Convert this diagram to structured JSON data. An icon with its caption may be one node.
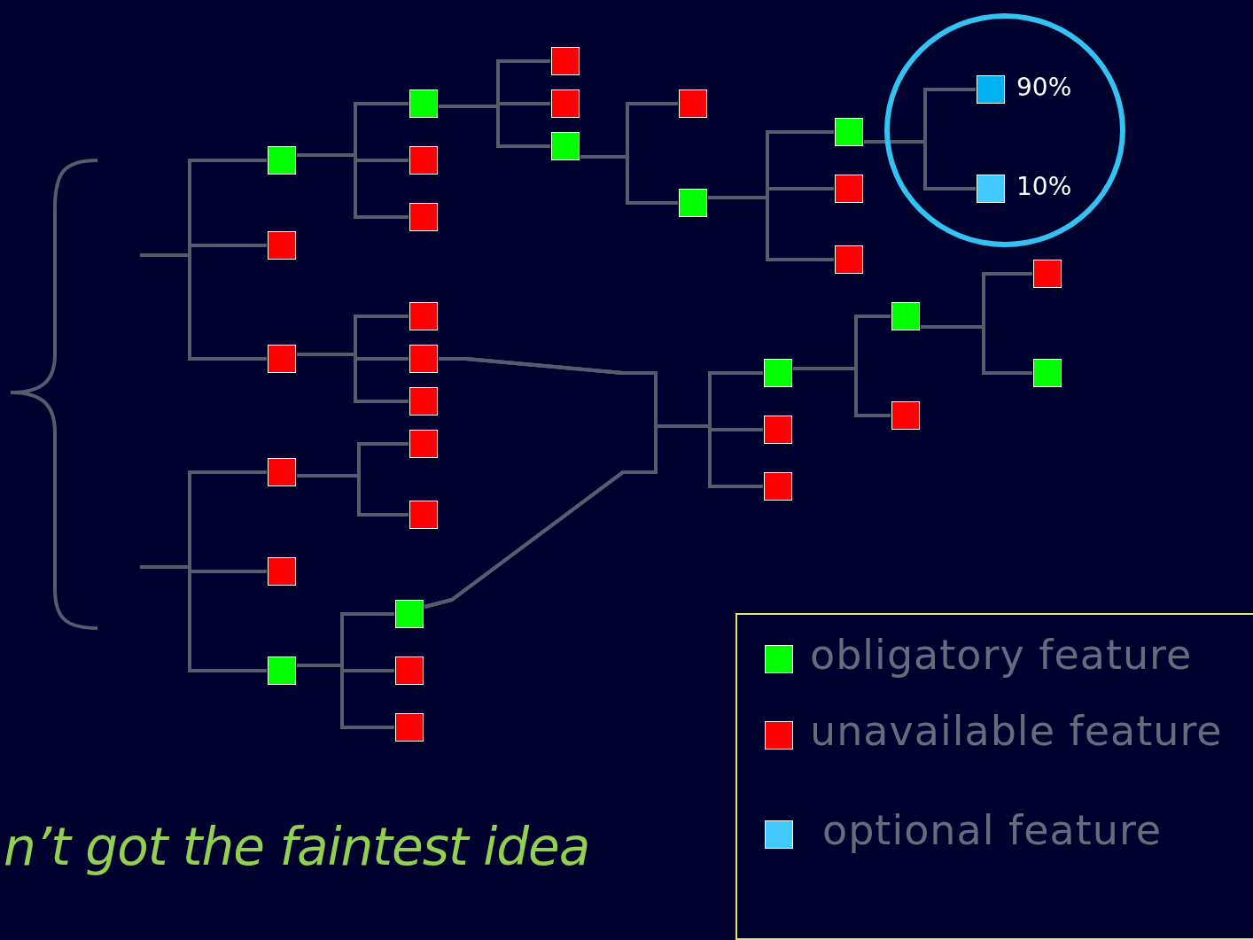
{
  "diagram": {
    "nodes": [
      {
        "text": [],
        "shape": "box"
      },
      {
        "text": [],
        "shape": "box"
      },
      {
        "text": [],
        "shape": "box"
      },
      {
        "text": [],
        "shape": "box"
      },
      {
        "text": [],
        "shape": "box"
      },
      {
        "text": [],
        "shape": "box"
      },
      {
        "text": [],
        "shape": "box"
      },
      {
        "text": [],
        "shape": "box"
      },
      {
        "text": [],
        "shape": "box"
      },
      {
        "text": [],
        "shape": "box"
      },
      {
        "text": [],
        "shape": "box"
      },
      {
        "text": [],
        "shape": "box"
      },
      {
        "text": [],
        "shape": "box"
      },
      {
        "text": [],
        "shape": "box"
      },
      {
        "text": [],
        "shape": "box"
      },
      {
        "text": [],
        "shape": "box"
      },
      {
        "text": [],
        "shape": "box"
      },
      {
        "text": [],
        "shape": "circle"
      },
      {
        "text": [],
        "shape": "box",
        "beside": [
          "90%"
        ],
        "in": 17
      },
      {
        "text": [],
        "shape": "box",
        "beside": [
          "10%"
        ],
        "in": 17
      },
      {
        "text": [],
        "shape": "box"
      },
      {
        "text": [],
        "shape": "box"
      },
      {
        "text": [],
        "shape": "box"
      },
      {
        "text": [],
        "shape": "box"
      },
      {
        "text": [],
        "shape": "box"
      },
      {
        "text": [],
        "shape": "box"
      },
      {
        "text": [],
        "shape": "box"
      },
      {
        "text": [],
        "shape": "box"
      },
      {
        "text": [],
        "shape": "box"
      },
      {
        "text": [],
        "shape": "box"
      },
      {
        "text": [],
        "shape": "box"
      },
      {
        "text": [],
        "shape": "box"
      },
      {
        "text": [],
        "shape": "box"
      },
      {
        "text": [],
        "shape": "box"
      },
      {
        "text": [],
        "shape": "box"
      }
    ],
    "edges": [
      {
        "from": null,
        "to": 0,
        "arrow": "none"
      },
      {
        "from": null,
        "to": 1,
        "arrow": "none"
      },
      {
        "from": null,
        "to": 2,
        "arrow": "none"
      },
      {
        "from": null,
        "to": 3,
        "arrow": "none"
      },
      {
        "from": null,
        "to": 4,
        "arrow": "none"
      },
      {
        "from": null,
        "to": 5,
        "arrow": "none"
      },
      {
        "from": 0,
        "to": 6,
        "arrow": "none"
      },
      {
        "from": 0,
        "to": 7,
        "arrow": "none"
      },
      {
        "from": 0,
        "to": 8,
        "arrow": "none"
      },
      {
        "from": 6,
        "to": 9,
        "arrow": "none"
      },
      {
        "from": 6,
        "to": 10,
        "arrow": "none"
      },
      {
        "from": 6,
        "to": 11,
        "arrow": "none"
      },
      {
        "from": 11,
        "to": 12,
        "arrow": "none"
      },
      {
        "from": 11,
        "to": 13,
        "arrow": "none"
      },
      {
        "from": 13,
        "to": 14,
        "arrow": "none"
      },
      {
        "from": 13,
        "to": 15,
        "arrow": "none"
      },
      {
        "from": 13,
        "to": 16,
        "arrow": "none"
      },
      {
        "from": 14,
        "to": 18,
        "arrow": "none"
      },
      {
        "from": 14,
        "to": 19,
        "arrow": "none"
      },
      {
        "from": 2,
        "to": 20,
        "arrow": "none"
      },
      {
        "from": 2,
        "to": 21,
        "arrow": "none"
      },
      {
        "from": 2,
        "to": 22,
        "arrow": "none"
      },
      {
        "from": 21,
        "to": 23,
        "arrow": "none"
      },
      {
        "from": 21,
        "to": 24,
        "arrow": "none"
      },
      {
        "from": 21,
        "to": 25,
        "arrow": "none"
      },
      {
        "from": 32,
        "to": 23,
        "arrow": "none"
      },
      {
        "from": 32,
        "to": 24,
        "arrow": "none"
      },
      {
        "from": 32,
        "to": 25,
        "arrow": "none"
      },
      {
        "from": 23,
        "to": 26,
        "arrow": "none"
      },
      {
        "from": 23,
        "to": 27,
        "arrow": "none"
      },
      {
        "from": 26,
        "to": 28,
        "arrow": "none"
      },
      {
        "from": 26,
        "to": 29,
        "arrow": "none"
      },
      {
        "from": 3,
        "to": 30,
        "arrow": "none"
      },
      {
        "from": 3,
        "to": 31,
        "arrow": "none"
      },
      {
        "from": 5,
        "to": 32,
        "arrow": "none"
      },
      {
        "from": 5,
        "to": 33,
        "arrow": "none"
      },
      {
        "from": 5,
        "to": 34,
        "arrow": "none"
      }
    ],
    "labels": [
      "n’t got the faintest idea"
    ],
    "legend": [
      {
        "text": "obligatory feature",
        "color": "#00ff00"
      },
      {
        "text": "unavailable feature",
        "color": "#ff0000"
      },
      {
        "text": "optional feature",
        "color": "#40c8ff"
      }
    ]
  }
}
